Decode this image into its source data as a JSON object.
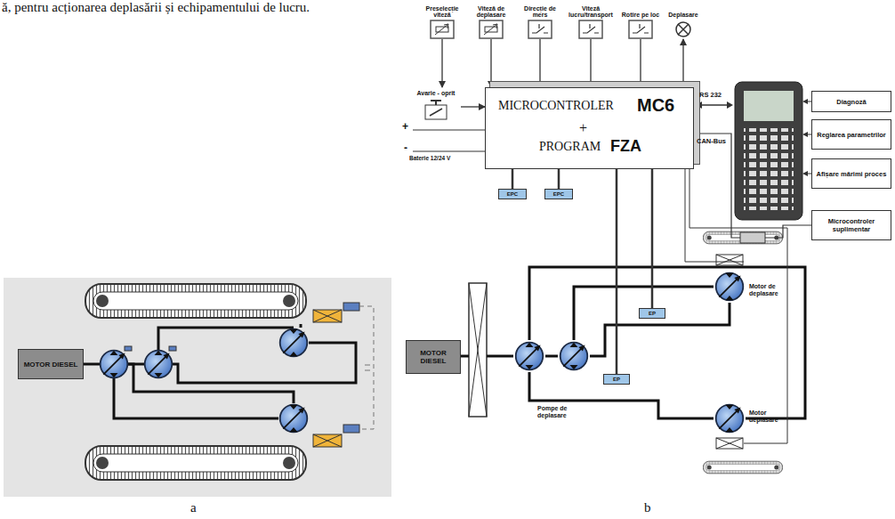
{
  "diagram": {
    "nodes": [
      {
        "text": [
          "MOTOR DIESEL"
        ]
      },
      {
        "text": [
          "Preselecție viteză"
        ]
      },
      {
        "text": [
          "Viteză de deplasare"
        ]
      },
      {
        "text": [
          "Direcție de mers"
        ]
      },
      {
        "text": [
          "Viteză lucru/transport"
        ]
      },
      {
        "text": [
          "Rotire pe loc"
        ]
      },
      {
        "text": [
          "Deplasare"
        ]
      },
      {
        "text": [
          "Avarie - oprit"
        ]
      },
      {
        "text": [
          "MICROCONTROLER",
          "MC6",
          "+",
          "PROGRAM",
          "FZA"
        ]
      },
      {
        "text": [
          "Diagnoză"
        ]
      },
      {
        "text": [
          "Reglarea parametrilor"
        ]
      },
      {
        "text": [
          "Afișare mărimi proces"
        ]
      },
      {
        "text": [
          "Microcontroler suplimentar"
        ]
      },
      {
        "text": [
          "MOTOR DIESEL"
        ]
      },
      {
        "text": [
          "EPC"
        ]
      },
      {
        "text": [
          "EPC"
        ]
      },
      {
        "text": [
          "EP"
        ]
      },
      {
        "text": [
          "EP"
        ]
      }
    ],
    "edges": [
      {
        "from": 1,
        "to": 8,
        "arrow": "to"
      },
      {
        "from": 2,
        "to": 8,
        "arrow": "to"
      },
      {
        "from": 3,
        "to": 8,
        "arrow": "to"
      },
      {
        "from": 4,
        "to": 8,
        "arrow": "to"
      },
      {
        "from": 5,
        "to": 8,
        "arrow": "to"
      },
      {
        "from": 8,
        "to": 6,
        "arrow": "to"
      },
      {
        "from": 7,
        "to": 8,
        "arrow": "to"
      },
      {
        "from": 8,
        "to": 14,
        "arrow": "none"
      },
      {
        "from": 8,
        "to": 15,
        "arrow": "none"
      },
      {
        "from": 8,
        "to": 16,
        "arrow": "none"
      },
      {
        "from": 8,
        "to": 17,
        "arrow": "none"
      }
    ],
    "labels": [
      "ă, pentru acționarea deplasării și echipamentului de lucru.",
      "a",
      "b",
      "+",
      "-",
      "Baterie 12/24 V",
      "RS 232",
      "CAN-Bus",
      "Pompe de deplasare",
      "Motor de deplasare",
      "Motor deplasare"
    ]
  }
}
